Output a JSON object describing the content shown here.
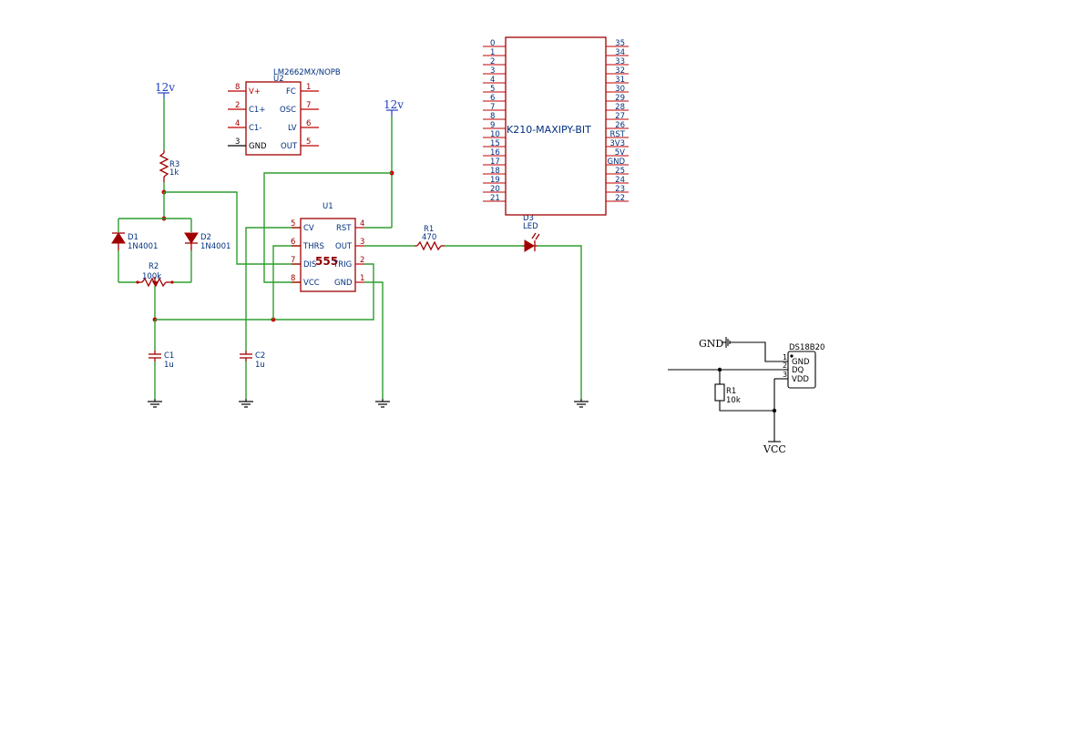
{
  "power": {
    "v12_left": "12v",
    "v12_right": "12v",
    "gnd_ds": "GND",
    "vcc_ds": "VCC"
  },
  "u2": {
    "ref": "U2",
    "value": "LM2662MX/NOPB",
    "pins": [
      {
        "num": "8",
        "name": "V+"
      },
      {
        "num": "2",
        "name": "C1+"
      },
      {
        "num": "4",
        "name": "C1-"
      },
      {
        "num": "3",
        "name": "GND"
      },
      {
        "num": "1",
        "name": "FC"
      },
      {
        "num": "7",
        "name": "OSC"
      },
      {
        "num": "6",
        "name": "LV"
      },
      {
        "num": "5",
        "name": "OUT"
      }
    ]
  },
  "u1": {
    "ref": "U1",
    "value": "555",
    "pins": [
      {
        "num": "5",
        "name": "CV"
      },
      {
        "num": "6",
        "name": "THRS"
      },
      {
        "num": "7",
        "name": "DIS"
      },
      {
        "num": "8",
        "name": "VCC"
      },
      {
        "num": "4",
        "name": "RST"
      },
      {
        "num": "3",
        "name": "OUT"
      },
      {
        "num": "2",
        "name": "TRIG"
      },
      {
        "num": "1",
        "name": "GND"
      }
    ]
  },
  "r3": {
    "ref": "R3",
    "value": "1k"
  },
  "d1": {
    "ref": "D1",
    "value": "1N4001"
  },
  "d2": {
    "ref": "D2",
    "value": "1N4001"
  },
  "r2": {
    "ref": "R2",
    "value": "100k"
  },
  "c1": {
    "ref": "C1",
    "value": "1u"
  },
  "c2": {
    "ref": "C2",
    "value": "1u"
  },
  "r1": {
    "ref": "R1",
    "value": "470"
  },
  "d3": {
    "ref": "D3",
    "value": "LED"
  },
  "k210": {
    "name": "K210-MAXIPY-BIT",
    "left_pins": [
      "0",
      "1",
      "2",
      "3",
      "4",
      "5",
      "6",
      "7",
      "8",
      "9",
      "10",
      "15",
      "16",
      "17",
      "18",
      "19",
      "20",
      "21"
    ],
    "right_pins": [
      "35",
      "34",
      "33",
      "32",
      "31",
      "30",
      "29",
      "28",
      "27",
      "26",
      "RST",
      "3V3",
      "5V",
      "GND",
      "25",
      "24",
      "23",
      "22"
    ]
  },
  "ds18b20": {
    "ref": "DS18B20",
    "pins": [
      {
        "num": "1",
        "name": "GND"
      },
      {
        "num": "2",
        "name": "DQ"
      },
      {
        "num": "3",
        "name": "VDD"
      }
    ]
  },
  "r1_ds": {
    "ref": "R1",
    "value": "10k"
  }
}
